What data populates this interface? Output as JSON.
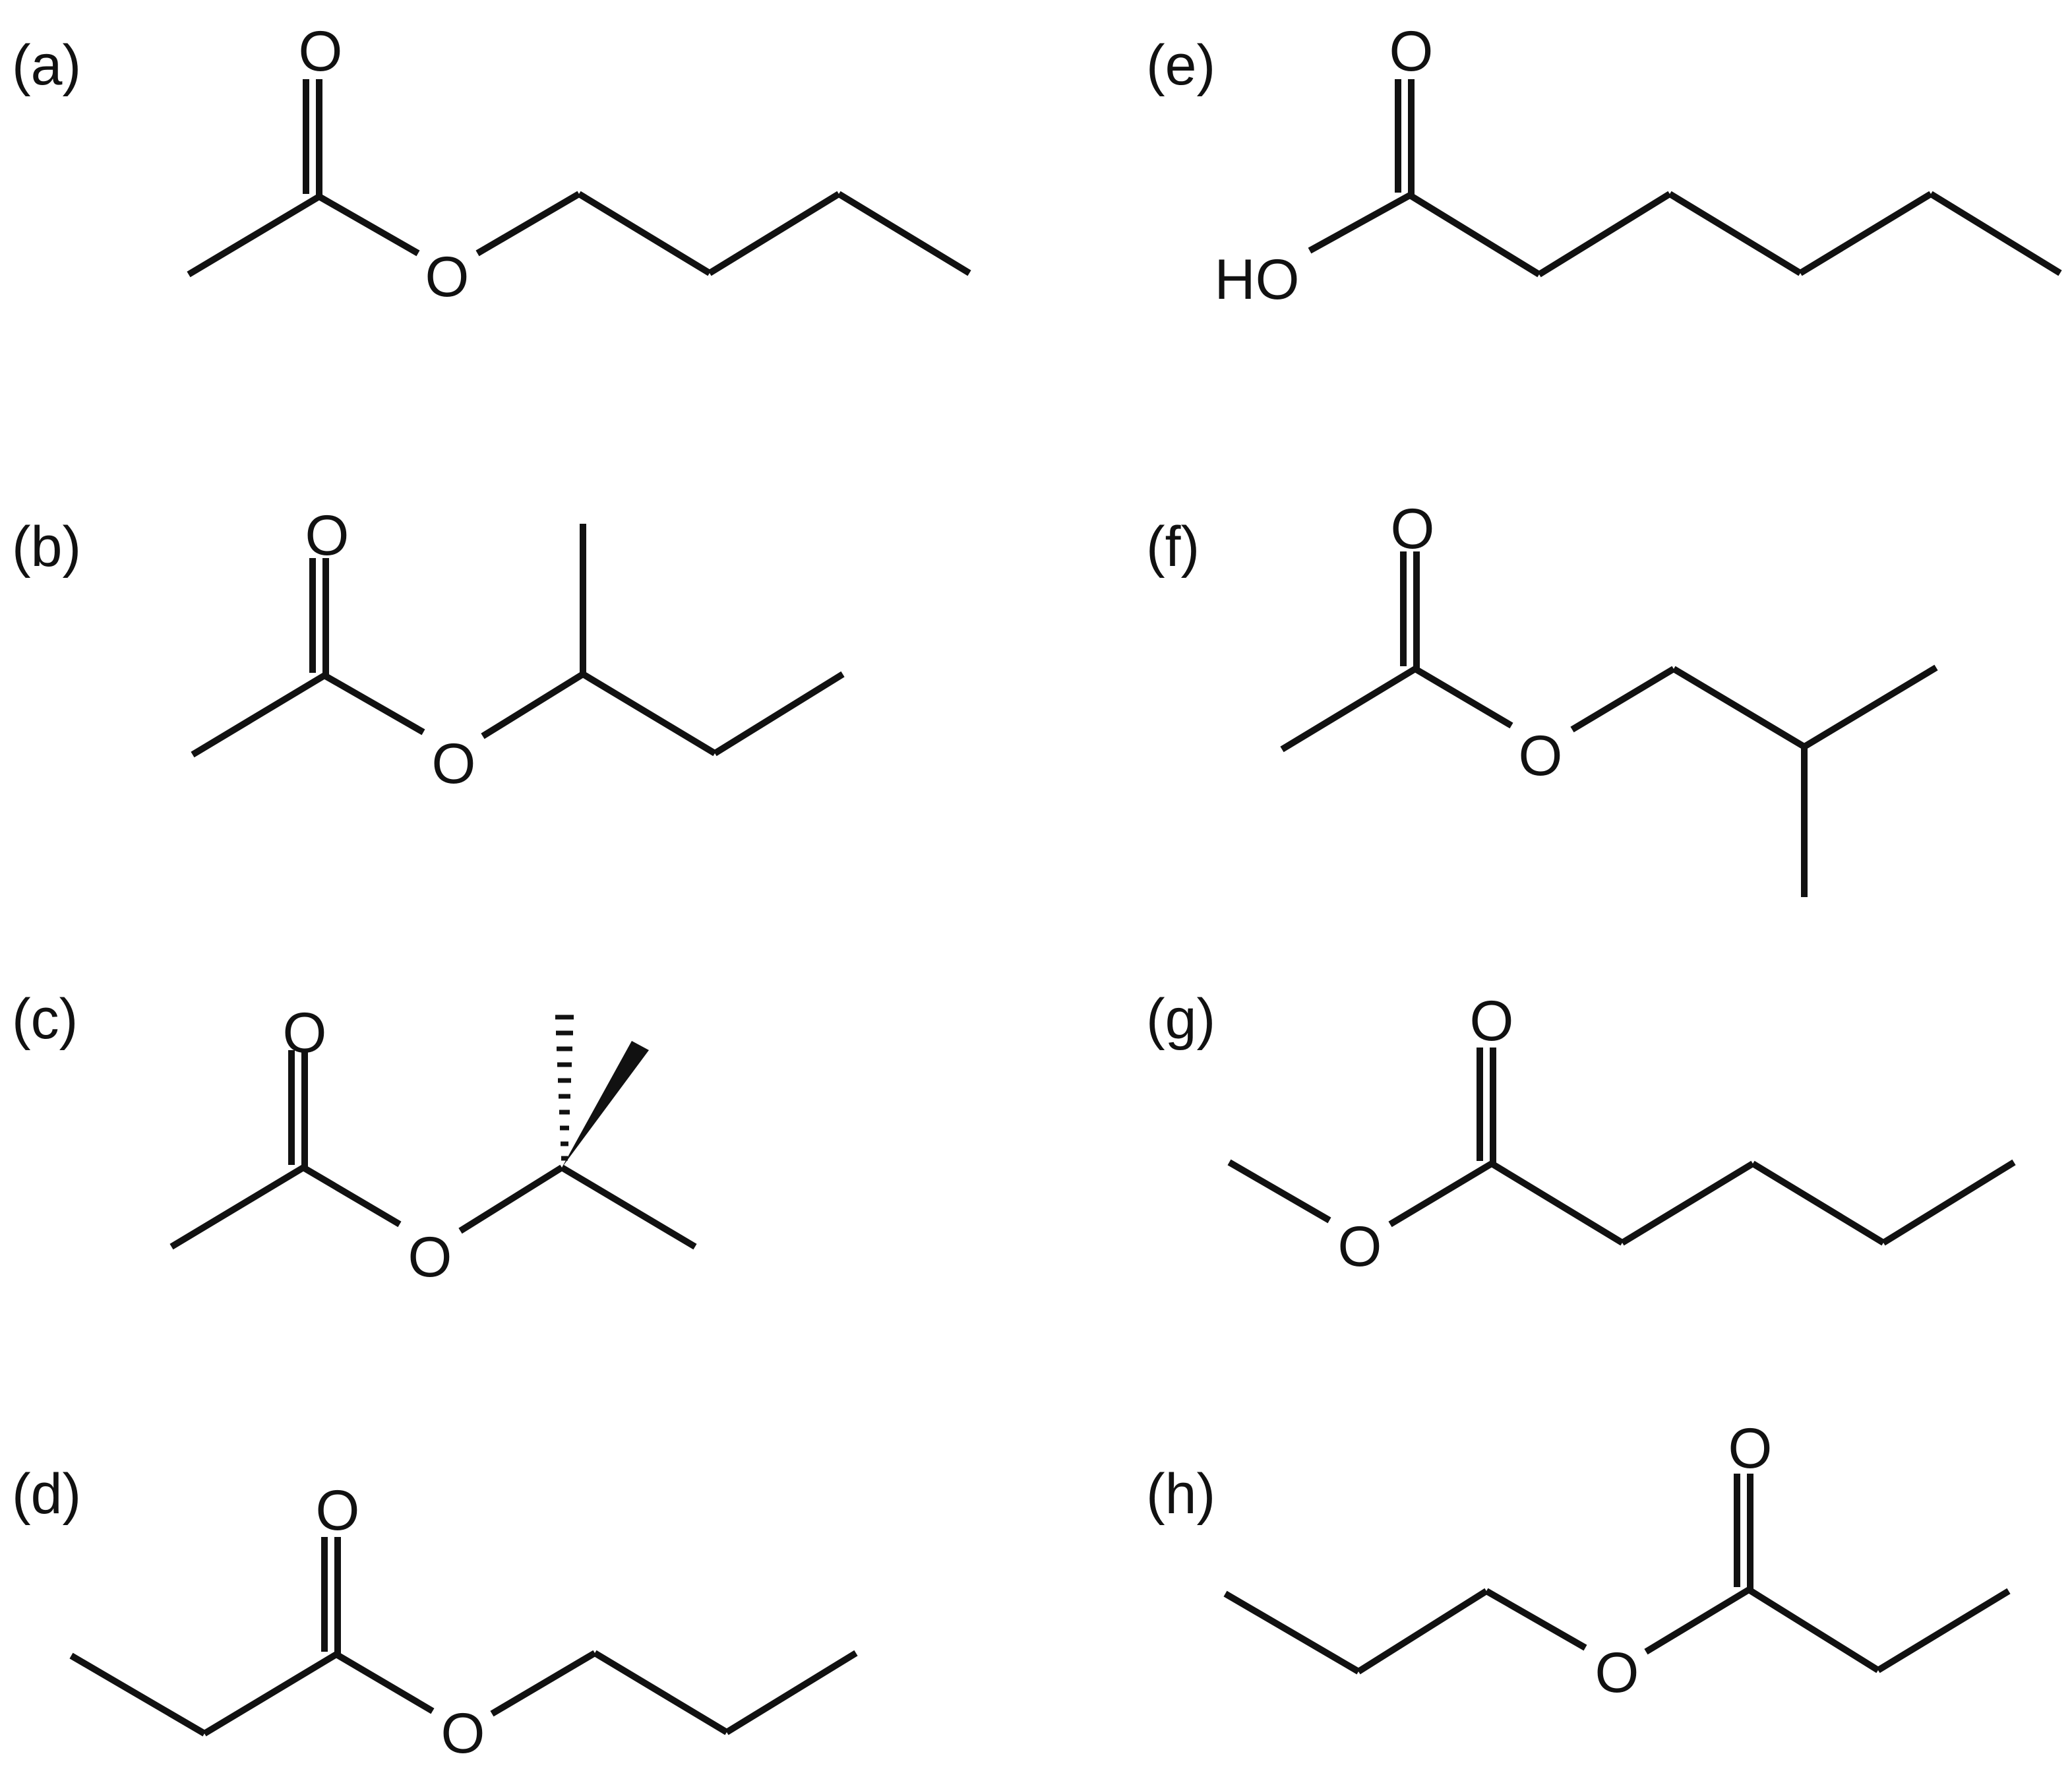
{
  "panels": [
    {
      "id": "a",
      "label": "(a)",
      "atoms": {
        "carbonyl_o": "O",
        "ester_o": "O"
      }
    },
    {
      "id": "b",
      "label": "(b)",
      "atoms": {
        "carbonyl_o": "O",
        "ester_o": "O"
      }
    },
    {
      "id": "c",
      "label": "(c)",
      "atoms": {
        "carbonyl_o": "O",
        "ester_o": "O"
      }
    },
    {
      "id": "d",
      "label": "(d)",
      "atoms": {
        "carbonyl_o": "O",
        "ester_o": "O"
      }
    },
    {
      "id": "e",
      "label": "(e)",
      "atoms": {
        "carbonyl_o": "O",
        "hydroxyl": "HO"
      }
    },
    {
      "id": "f",
      "label": "(f)",
      "atoms": {
        "carbonyl_o": "O",
        "ester_o": "O"
      }
    },
    {
      "id": "g",
      "label": "(g)",
      "atoms": {
        "carbonyl_o": "O",
        "ester_o": "O"
      }
    },
    {
      "id": "h",
      "label": "(h)",
      "atoms": {
        "carbonyl_o": "O",
        "ester_o": "O"
      }
    }
  ]
}
